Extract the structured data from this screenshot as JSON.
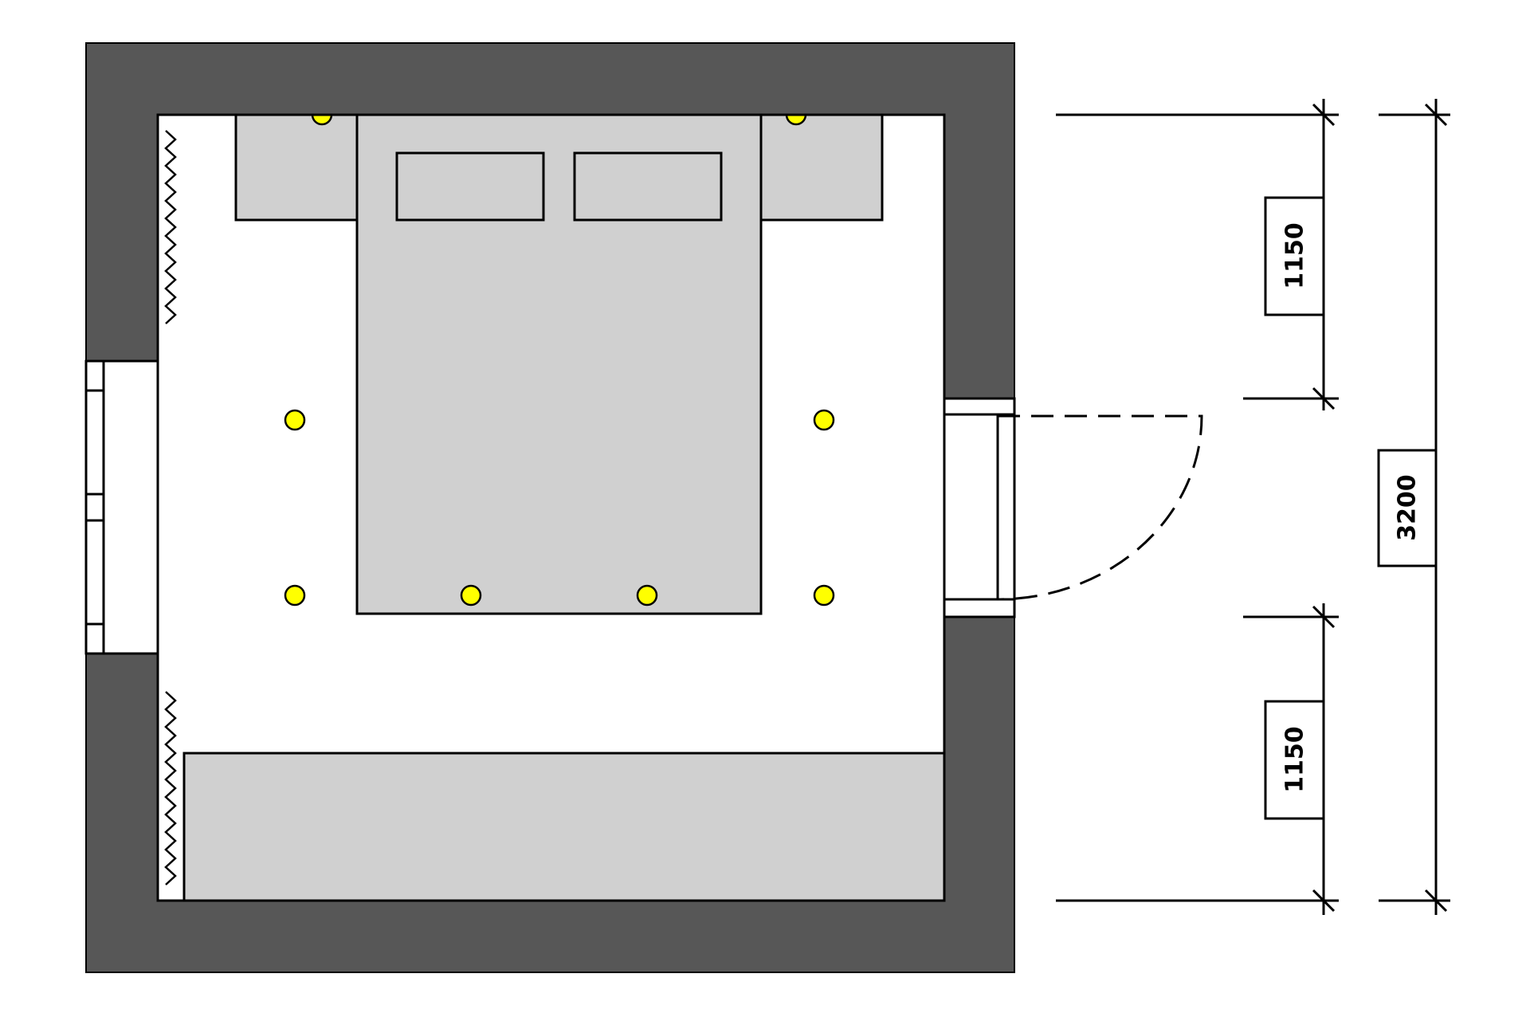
{
  "colors": {
    "wall": "#575757",
    "furniture": "#d0d0d0",
    "floor": "#ffffff",
    "light": "#ffff00",
    "outline": "#000000"
  },
  "elements": {
    "bed": "double-bed",
    "pillows": 2,
    "nightstands": 2,
    "wardrobe": "wardrobe",
    "window": "window-left-wall",
    "door": "door-right-wall",
    "radiators": 2,
    "ceiling_lights": 8
  },
  "dimensions": {
    "segment_top": "1150",
    "segment_bottom": "1150",
    "total": "3200"
  }
}
